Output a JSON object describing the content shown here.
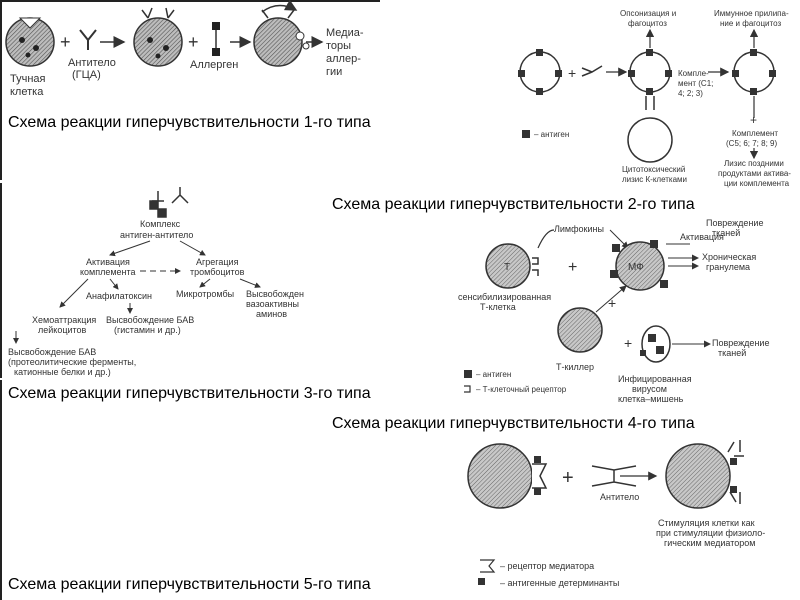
{
  "captions": {
    "type1": "Схема реакции гиперчувствительности 1-го типа",
    "type2": "Схема реакции гиперчувствительности 2-го типа",
    "type3": "Схема реакции гиперчувствительности 3-го типа",
    "type4": "Схема реакции гиперчувствительности 4-го типа",
    "type5": "Схема реакции гиперчувствительности 5-го типа"
  },
  "type1": {
    "mast_cell_1": "Тучная",
    "mast_cell_2": "клетка",
    "antibody_1": "Антитело",
    "antibody_2": "(ГЦА)",
    "allergen": "Аллерген",
    "mediators_1": "Медиа-",
    "mediators_2": "торы",
    "mediators_3": "аллер-",
    "mediators_4": "гии"
  },
  "type2": {
    "opsonization_1": "Опсонизация и",
    "opsonization_2": "фагоцитоз",
    "immune_1": "Иммунное прилипа-",
    "immune_2": "ние и фагоцитоз",
    "complement_1": "Комплe-",
    "complement_2": "мент (С1;",
    "complement_3": "4; 2; 3)",
    "antigen_legend": "– антиген",
    "complement_late_1": "Комплемент",
    "complement_late_2": "(С5; 6; 7; 8; 9)",
    "cytotoxic_1": "Цитотоксический",
    "cytotoxic_2": "лизис К-клетками",
    "lysis_1": "Лизис поздними",
    "lysis_2": "продуктами актива-",
    "lysis_3": "ции комплемента"
  },
  "type3": {
    "complex_1": "Комплекс",
    "complex_2": "антиген-антитело",
    "activation_1": "Активация",
    "activation_2": "комплемента",
    "aggregation_1": "Агрегация",
    "aggregation_2": "тромбоцитов",
    "anaphylatoxin": "Анафилатоксин",
    "microthrombi": "Микротромбы",
    "vasoactive_1": "Высвобожден",
    "vasoactive_2": "вазоактивны",
    "vasoactive_3": "аминов",
    "chemo_1": "Хемоаттракция",
    "chemo_2": "лейкоцитов",
    "bav_1": "Высвобождение БАВ",
    "bav_2": "(гистамин и др.)",
    "bav2_1": "Высвобождение БАВ",
    "bav2_2": "(протеолитические ферменты,",
    "bav2_3": "катионные белки и др.)"
  },
  "type4": {
    "lymphokines": "Лимфокины",
    "activation": "Активация",
    "damage1_1": "Повреждение",
    "damage1_2": "тканей",
    "chronic_1": "Хроническая",
    "chronic_2": "гранулема",
    "t_cell": "Т",
    "macrophage": "МФ",
    "sensitized_1": "сенсибилизированная",
    "sensitized_2": "Т-клетка",
    "killer": "Т-киллер",
    "infected_1": "Инфицированная",
    "infected_2": "вирусом",
    "infected_3": "клетка–мишень",
    "damage2_1": "Повреждение",
    "damage2_2": "тканей",
    "legend_antigen": "– антиген",
    "legend_receptor": "– Т-клеточный рецептор"
  },
  "type5": {
    "antibody": "Антитело",
    "stim_1": "Стимуляция клетки как",
    "stim_2": "при стимуляции физиоло-",
    "stim_3": "гическим медиатором",
    "legend_receptor": "– рецептор медиатора",
    "legend_det": "– антигенные детерминанты"
  },
  "colors": {
    "ink": "#333333",
    "cell_fill": "#9a9a9a",
    "hatch": "#666666",
    "background": "#ffffff"
  }
}
